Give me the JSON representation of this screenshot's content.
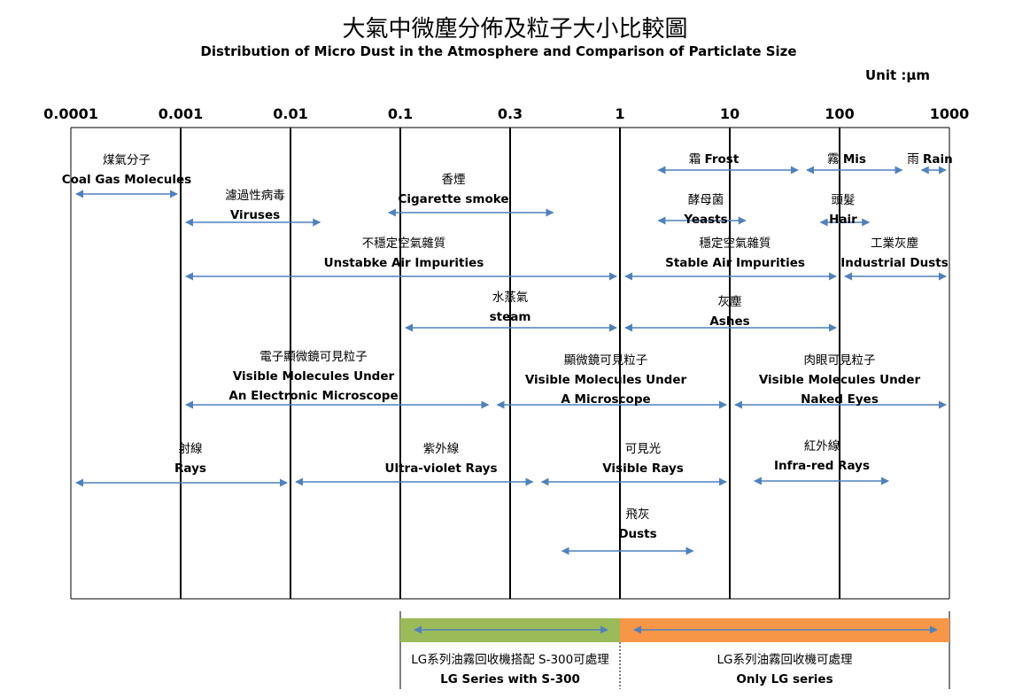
{
  "title": "大氣中微塵分佈及粒子大小比較圖",
  "subtitle": "Distribution of Micro Dust in the Atmosphere and Comparison of Particlate Size",
  "unit": "Unit :μm",
  "scale": [
    "0.0001",
    "0.001",
    "0.01",
    "0.1",
    "0.3",
    "1",
    "10",
    "100",
    "1000"
  ],
  "particles": [
    {
      "zh": "煤氣分子",
      "en": "Coal Gas Molecules",
      "from": "0.0001",
      "to": "0.001"
    },
    {
      "zh": "濾過性病毒",
      "en": "Viruses",
      "from": "0.001",
      "to": "0.02"
    },
    {
      "zh": "香煙",
      "en": "Cigarette smoke",
      "from": "0.07",
      "to": "0.5"
    },
    {
      "zh": "霜",
      "en": "Frost",
      "from": "2",
      "to": "45",
      "inline": true
    },
    {
      "zh": "霧",
      "en": "Mis",
      "from": "45",
      "to": "400",
      "inline": true
    },
    {
      "zh": "雨",
      "en": "Rain",
      "from": "500",
      "to": "1000",
      "inline": true
    },
    {
      "zh": "酵母菌",
      "en": "Yeasts",
      "from": "2",
      "to": "15"
    },
    {
      "zh": "頭髮",
      "en": "Hair",
      "from": "60",
      "to": "200"
    },
    {
      "zh": "不穩定空氣雜質",
      "en": "Unstabke Air Impurities",
      "from": "0.001",
      "to": "1"
    },
    {
      "zh": "穩定空氣雜質",
      "en": "Stable Air Impurities",
      "from": "1",
      "to": "100"
    },
    {
      "zh": "工業灰塵",
      "en": "Industrial Dusts",
      "from": "100",
      "to": "1000"
    },
    {
      "zh": "水蒸氣",
      "en": "steam",
      "from": "0.1",
      "to": "1"
    },
    {
      "zh": "灰塵",
      "en": "Ashes",
      "from": "1",
      "to": "100"
    },
    {
      "zh": "電子顯微鏡可見粒子",
      "en": "Visible Molecules Under An Electronic Microscope",
      "from": "0.001",
      "to": "0.25"
    },
    {
      "zh": "顯微鏡可見粒子",
      "en": "Visible Molecules Under A Microscope",
      "from": "0.25",
      "to": "10"
    },
    {
      "zh": "肉眼可見粒子",
      "en": "Visible Molecules Under Naked Eyes",
      "from": "10",
      "to": "1000"
    },
    {
      "zh": "射線",
      "en": "Rays",
      "from": "0.0001",
      "to": "0.01"
    },
    {
      "zh": "紫外線",
      "en": "Ultra-violet Rays",
      "from": "0.01",
      "to": "0.4"
    },
    {
      "zh": "可見光",
      "en": "Visible Rays",
      "from": "0.4",
      "to": "10"
    },
    {
      "zh": "紅外線",
      "en": "Infra-red Rays",
      "from": "15",
      "to": "300"
    },
    {
      "zh": "飛灰",
      "en": "Dusts",
      "from": "0.5",
      "to": "5"
    }
  ],
  "bands": [
    {
      "zh": "LG系列油霧回收機搭配 S-300可處理",
      "en": "LG Series with S-300",
      "from": "0.1",
      "to": "1",
      "color": "#9bbb59"
    },
    {
      "zh": "LG系列油霧回收機可處理",
      "en": "Only LG series",
      "from": "1",
      "to": "1000",
      "color": "#f79646"
    }
  ],
  "colors": {
    "arrow": "#4f81bd",
    "grid": "#000000"
  }
}
